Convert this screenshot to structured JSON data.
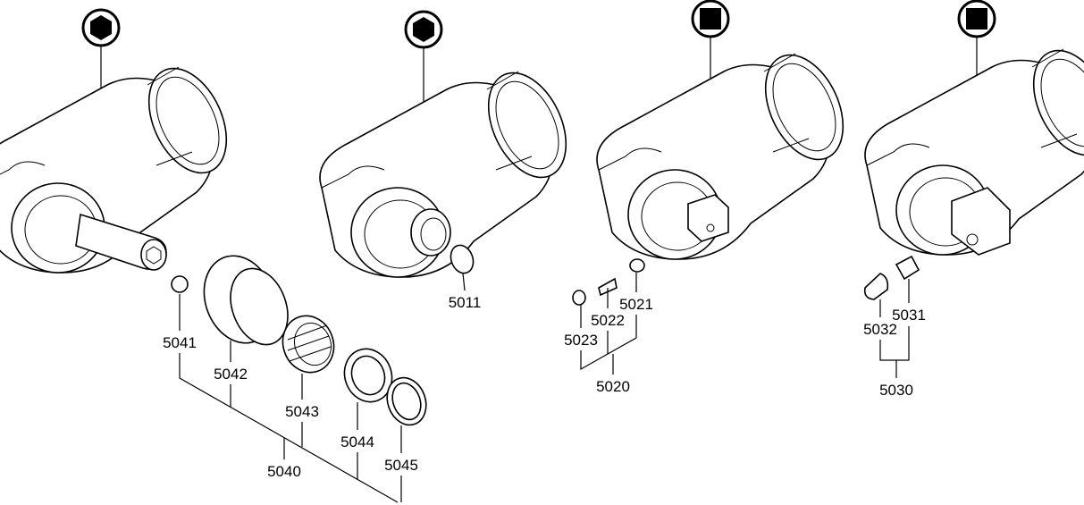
{
  "title": "Exploded parts diagram – angle heads",
  "icons": [
    {
      "name": "hex-drive-icon",
      "shape": "hexagon"
    },
    {
      "name": "hex-drive-icon",
      "shape": "hexagon"
    },
    {
      "name": "square-drive-icon",
      "shape": "square"
    },
    {
      "name": "square-drive-icon",
      "shape": "square"
    }
  ],
  "labels": {
    "p5041": "5041",
    "p5042": "5042",
    "p5043": "5043",
    "p5044": "5044",
    "p5045": "5045",
    "p5040": "5040",
    "p5011": "5011",
    "p5021": "5021",
    "p5022": "5022",
    "p5023": "5023",
    "p5020": "5020",
    "p5031": "5031",
    "p5032": "5032",
    "p5030": "5030"
  },
  "colors": {
    "line": "#000000",
    "background": "#ffffff"
  }
}
